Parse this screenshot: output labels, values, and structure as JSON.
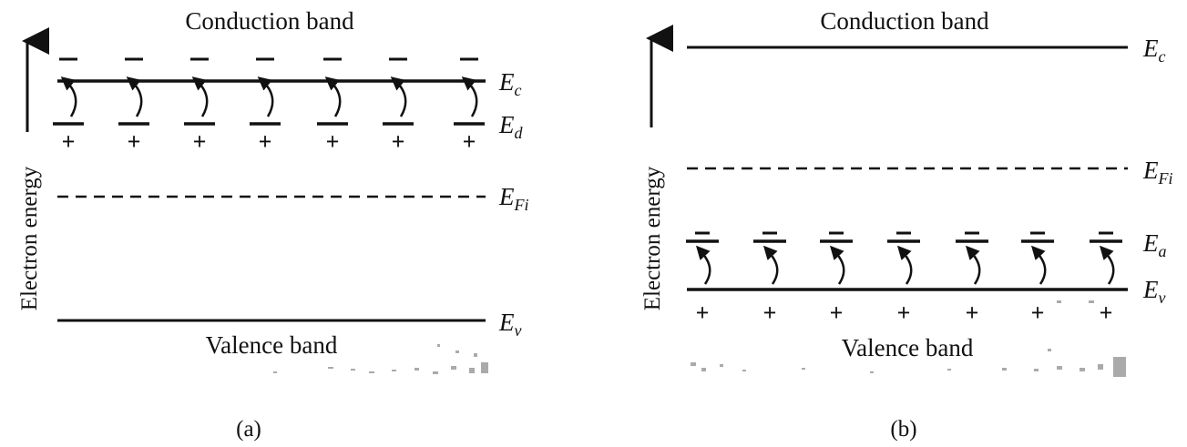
{
  "panel_a": {
    "title": "Conduction band",
    "bottom_label": "Valence band",
    "axis_label": "Electron energy",
    "caption": "(a)",
    "levels": {
      "ec": {
        "main": "E",
        "sub": "c"
      },
      "ed": {
        "main": "E",
        "sub": "d"
      },
      "efi": {
        "main": "E",
        "sub": "Fi"
      },
      "ev": {
        "main": "E",
        "sub": "v"
      }
    },
    "electron_symbol": "−",
    "ion_symbol": "+"
  },
  "panel_b": {
    "title": "Conduction band",
    "bottom_label": "Valence band",
    "axis_label": "Electron energy",
    "caption": "(b)",
    "levels": {
      "ec": {
        "main": "E",
        "sub": "c"
      },
      "efi": {
        "main": "E",
        "sub": "Fi"
      },
      "ea": {
        "main": "E",
        "sub": "a"
      },
      "ev": {
        "main": "E",
        "sub": "v"
      }
    },
    "electron_symbol": "−",
    "hole_symbol": "+"
  }
}
